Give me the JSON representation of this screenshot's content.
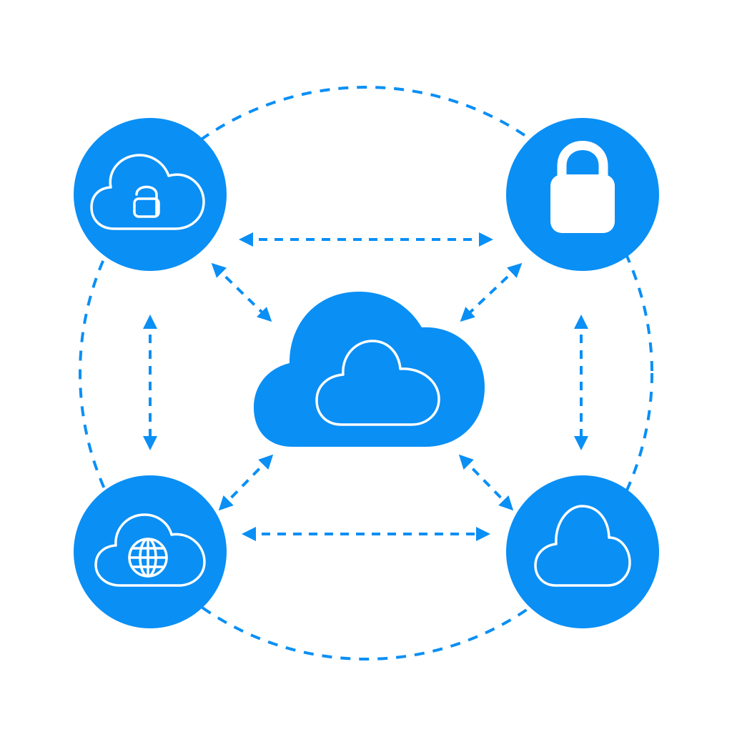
{
  "colors": {
    "accent": "#0a8ff5",
    "background": "#ffffff",
    "icon_outline": "#ffffff"
  },
  "nodes": [
    {
      "id": "central-cloud",
      "icon": "cloud-icon"
    },
    {
      "id": "cloud-lock-node",
      "icon": "cloud-open-lock-icon"
    },
    {
      "id": "lock-node",
      "icon": "lock-icon"
    },
    {
      "id": "cloud-globe-node",
      "icon": "cloud-globe-icon"
    },
    {
      "id": "cloud-node",
      "icon": "cloud-icon"
    }
  ],
  "connections": [
    {
      "from": "cloud-lock-node",
      "to": "lock-node",
      "style": "dashed-double-arrow"
    },
    {
      "from": "cloud-globe-node",
      "to": "cloud-node",
      "style": "dashed-double-arrow"
    },
    {
      "from": "cloud-lock-node",
      "to": "cloud-globe-node",
      "style": "dashed-double-arrow"
    },
    {
      "from": "lock-node",
      "to": "cloud-node",
      "style": "dashed-double-arrow"
    },
    {
      "from": "cloud-lock-node",
      "to": "central-cloud",
      "style": "dashed-double-arrow"
    },
    {
      "from": "lock-node",
      "to": "central-cloud",
      "style": "dashed-double-arrow"
    },
    {
      "from": "cloud-globe-node",
      "to": "central-cloud",
      "style": "dashed-double-arrow"
    },
    {
      "from": "cloud-node",
      "to": "central-cloud",
      "style": "dashed-double-arrow"
    }
  ],
  "outer_ring": {
    "style": "dashed"
  }
}
